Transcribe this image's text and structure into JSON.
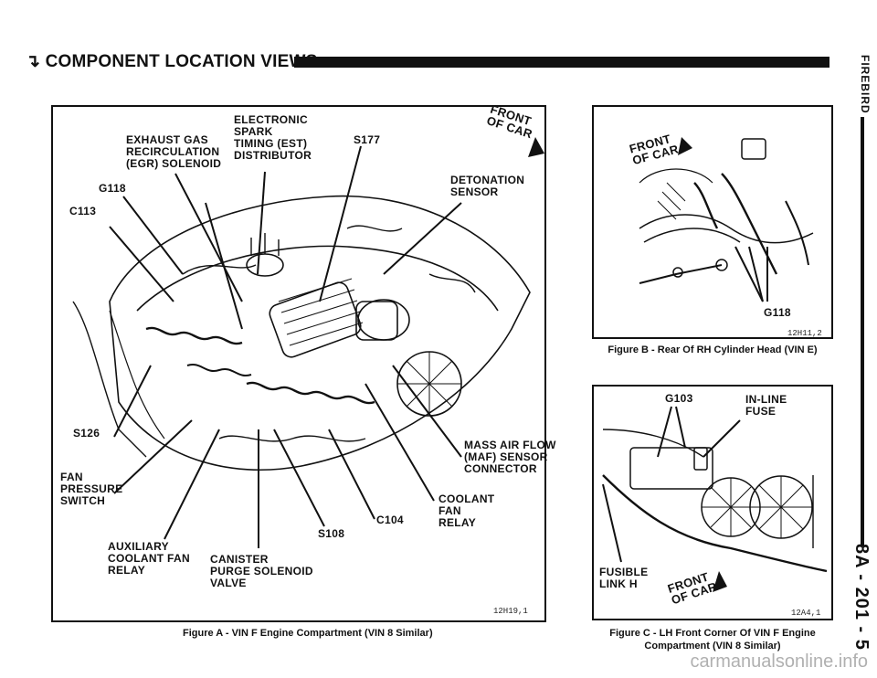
{
  "header": {
    "title": "COMPONENT LOCATION VIEWS",
    "arrow_glyph": "↴"
  },
  "sidebar": {
    "section": "FIREBIRD",
    "page": "8A - 201 - 5"
  },
  "figure_a": {
    "caption": "Figure A - VIN F Engine Compartment (VIN 8 Similar)",
    "code": "12H19,1",
    "front_label": "FRONT\nOF CAR",
    "labels": {
      "exhaust": "EXHAUST GAS\nRECIRCULATION\n(EGR) SOLENOID",
      "spark": "ELECTRONIC\nSPARK\nTIMING (EST)\nDISTRIBUTOR",
      "s177": "S177",
      "g118": "G118",
      "c113": "C113",
      "detonation": "DETONATION\nSENSOR",
      "s126": "S126",
      "fan_switch": "FAN\nPRESSURE\nSWITCH",
      "maf": "MASS AIR FLOW\n(MAF) SENSOR\nCONNECTOR",
      "coolant_relay": "COOLANT\nFAN\nRELAY",
      "c104": "C104",
      "s108": "S108",
      "aux_relay": "AUXILIARY\nCOOLANT FAN\nRELAY",
      "canister": "CANISTER\nPURGE SOLENOID\nVALVE"
    }
  },
  "figure_b": {
    "caption": "Figure B - Rear Of RH Cylinder Head (VIN E)",
    "code": "12H11,2",
    "front_label": "FRONT\nOF CAR",
    "labels": {
      "g118": "G118"
    }
  },
  "figure_c": {
    "caption_line1": "Figure C - LH Front Corner Of VIN F Engine",
    "caption_line2": "Compartment (VIN 8 Similar)",
    "code": "12A4,1",
    "front_label": "FRONT\nOF CAR",
    "labels": {
      "g103": "G103",
      "inline_fuse": "IN-LINE\nFUSE",
      "fusible": "FUSIBLE\nLINK H"
    }
  },
  "watermark": "carmanualsonline.info"
}
